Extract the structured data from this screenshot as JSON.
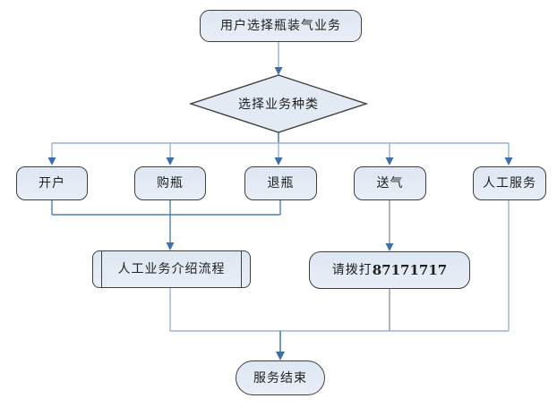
{
  "diagram": {
    "type": "flowchart",
    "background": "#ffffff",
    "nodes": {
      "start": {
        "label": "用户选择瓶装气业务",
        "shape": "terminator"
      },
      "decision": {
        "label": "选择业务种类",
        "shape": "decision"
      },
      "open_account": {
        "label": "开户",
        "shape": "process"
      },
      "buy_bottle": {
        "label": "购瓶",
        "shape": "process"
      },
      "return_bottle": {
        "label": "退瓶",
        "shape": "process"
      },
      "deliver_gas": {
        "label": "送气",
        "shape": "process"
      },
      "manual_service": {
        "label": "人工服务",
        "shape": "process"
      },
      "intro_process": {
        "label": "人工业务介绍流程",
        "shape": "predefined-process"
      },
      "call_number": {
        "label_prefix": "请拨打",
        "phone": "87171717",
        "shape": "process"
      },
      "end": {
        "label": "服务结束",
        "shape": "terminator"
      }
    },
    "edges": [
      {
        "from": "start",
        "to": "decision"
      },
      {
        "from": "decision",
        "to": "open_account"
      },
      {
        "from": "decision",
        "to": "buy_bottle"
      },
      {
        "from": "decision",
        "to": "return_bottle"
      },
      {
        "from": "decision",
        "to": "deliver_gas"
      },
      {
        "from": "decision",
        "to": "manual_service"
      },
      {
        "from": "open_account",
        "to": "intro_process"
      },
      {
        "from": "buy_bottle",
        "to": "intro_process"
      },
      {
        "from": "return_bottle",
        "to": "intro_process"
      },
      {
        "from": "deliver_gas",
        "to": "call_number"
      },
      {
        "from": "intro_process",
        "to": "end"
      },
      {
        "from": "call_number",
        "to": "end"
      },
      {
        "from": "manual_service",
        "to": "end"
      }
    ],
    "colors": {
      "node_fill": "#e2eaf4",
      "node_border": "#3f3f3f",
      "connector_light": "#95b3d7",
      "connector_medium": "#4e7fb5",
      "connector_gray": "#808080",
      "arrowhead": "#3f6fa8",
      "text": "#1f1f1f"
    }
  }
}
